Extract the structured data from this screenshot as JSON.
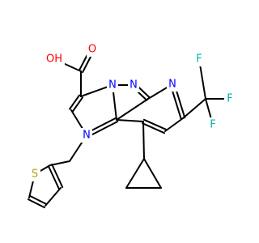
{
  "molecule": {
    "colors": {
      "bond": "#000000",
      "N": "#0000ff",
      "O": "#ff0000",
      "S": "#b8a000",
      "F": "#00b0b0",
      "C": "#000000",
      "background": "#ffffff"
    },
    "labels": {
      "oh": "OH",
      "o": "O",
      "n_bridge_a": "N",
      "n_bridge_b": "N",
      "n_pyridine": "N",
      "n_pyrimidine": "N",
      "s_thiophene": "S",
      "f_top": "F",
      "f_right": "F",
      "f_bottom": "F"
    }
  }
}
